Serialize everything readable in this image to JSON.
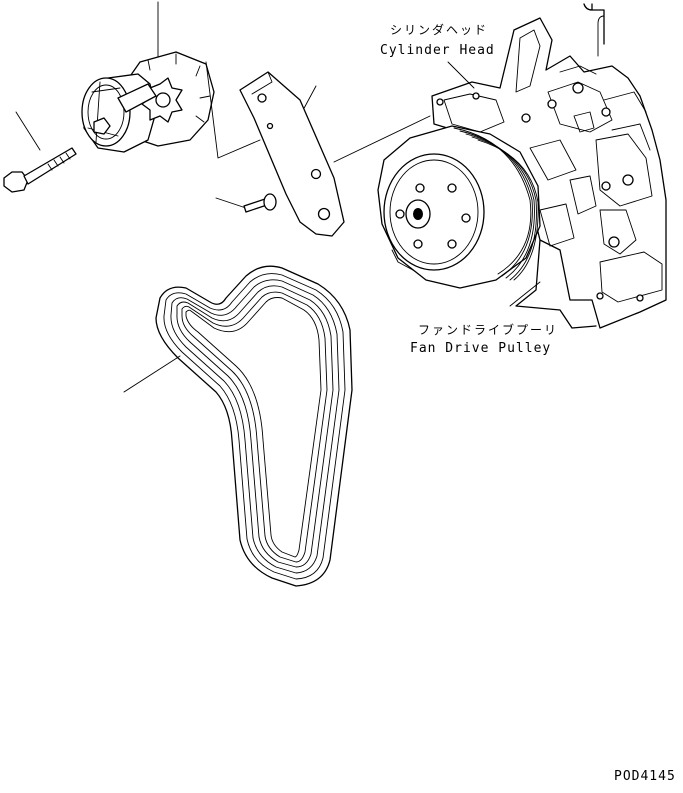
{
  "labels": {
    "cylinder_head_jp": "シリンダヘッド",
    "cylinder_head_en": "Cylinder Head",
    "fan_drive_pulley_jp": "ファンドライブプーリ",
    "fan_drive_pulley_en": "Fan Drive Pulley"
  },
  "drawing_code": "POD4145",
  "colors": {
    "line": "#000000",
    "background": "#ffffff"
  }
}
